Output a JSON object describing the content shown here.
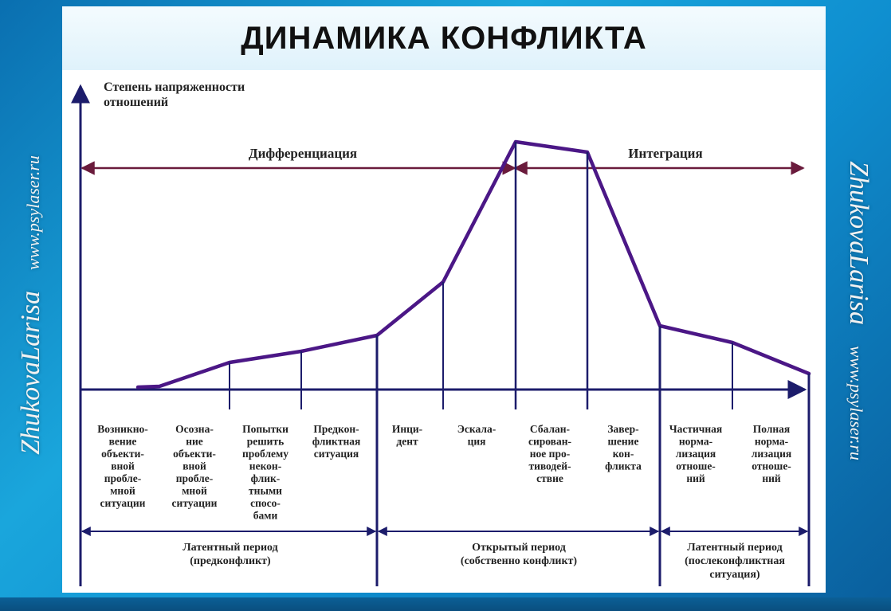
{
  "title": "ДИНАМИКА КОНФЛИКТА",
  "watermark": {
    "brand": "ZhukovaLarisa",
    "site": "www.psylaser.ru"
  },
  "y_axis_label": [
    "Степень напряженности",
    "отношений"
  ],
  "phases": {
    "differentiation": "Дифференциация",
    "integration": "Интеграция"
  },
  "stages": [
    {
      "lines": [
        "Возникно-",
        "вение",
        "объекти-",
        "вной",
        "пробле-",
        "мной",
        "ситуации"
      ]
    },
    {
      "lines": [
        "Осозна-",
        "ние",
        "объекти-",
        "вной",
        "пробле-",
        "мной",
        "ситуации"
      ]
    },
    {
      "lines": [
        "Попытки",
        "решить",
        "проблему",
        "некон-",
        "флик-",
        "тными",
        "спосо-",
        "бами"
      ]
    },
    {
      "lines": [
        "Предкон-",
        "фликтная",
        "ситуация"
      ]
    },
    {
      "lines": [
        "Инци-",
        "дент"
      ]
    },
    {
      "lines": [
        "Эскала-",
        "ция"
      ]
    },
    {
      "lines": [
        "Сбалан-",
        "сирован-",
        "ное про-",
        "тиводей-",
        "ствие"
      ]
    },
    {
      "lines": [
        "Завер-",
        "шение",
        "кон-",
        "фликта"
      ]
    },
    {
      "lines": [
        "Частичная",
        "норма-",
        "лизация",
        "отноше-",
        "ний"
      ]
    },
    {
      "lines": [
        "Полная",
        "норма-",
        "лизация",
        "отноше-",
        "ний"
      ]
    }
  ],
  "periods": [
    {
      "lines": [
        "Латентный период",
        "(предконфликт)"
      ]
    },
    {
      "lines": [
        "Открытый период",
        "(собственно конфликт)"
      ]
    },
    {
      "lines": [
        "Латентный период",
        "(послеконфликтная",
        "ситуация)"
      ]
    }
  ],
  "colors": {
    "axis": "#1c1c6b",
    "curve": "#4b1786",
    "phase_arrow": "#6a1b3c"
  }
}
